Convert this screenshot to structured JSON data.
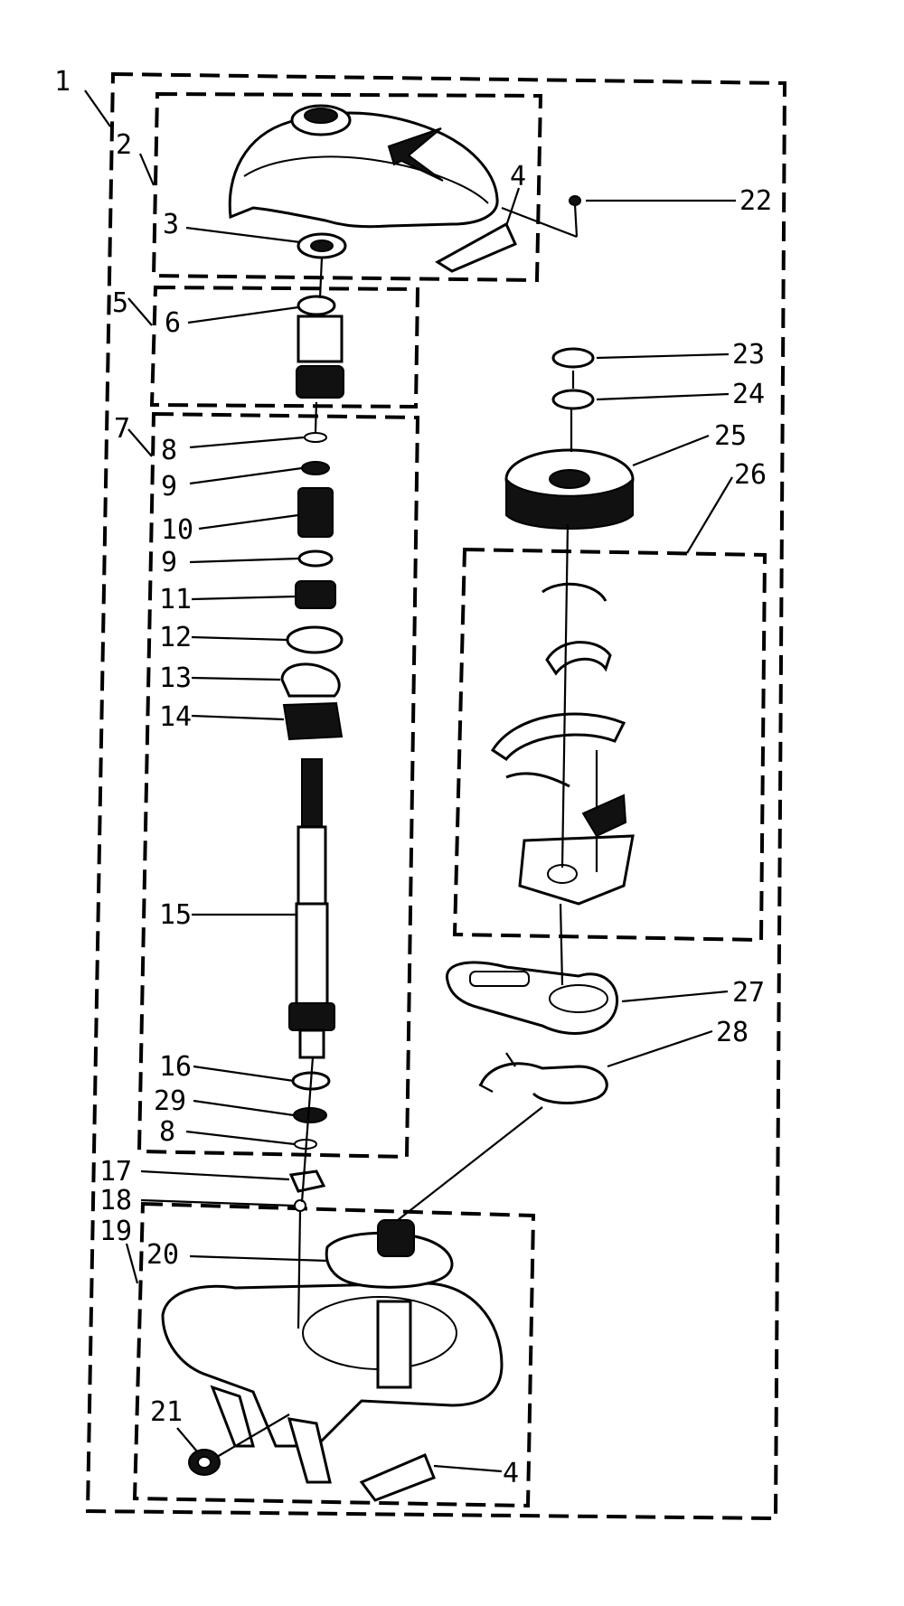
{
  "diagram": {
    "labels": {
      "l1": "1",
      "l2": "2",
      "l3": "3",
      "l4a": "4",
      "l4b": "4",
      "l5": "5",
      "l6": "6",
      "l7": "7",
      "l8a": "8",
      "l9a": "9",
      "l10": "10",
      "l9b": "9",
      "l11": "11",
      "l12": "12",
      "l13": "13",
      "l14": "14",
      "l15": "15",
      "l16": "16",
      "l29": "29",
      "l8b": "8",
      "l17": "17",
      "l18": "18",
      "l19": "19",
      "l20": "20",
      "l21": "21",
      "l22": "22",
      "l23": "23",
      "l24": "24",
      "l25": "25",
      "l26": "26",
      "l27": "27",
      "l28": "28"
    }
  }
}
